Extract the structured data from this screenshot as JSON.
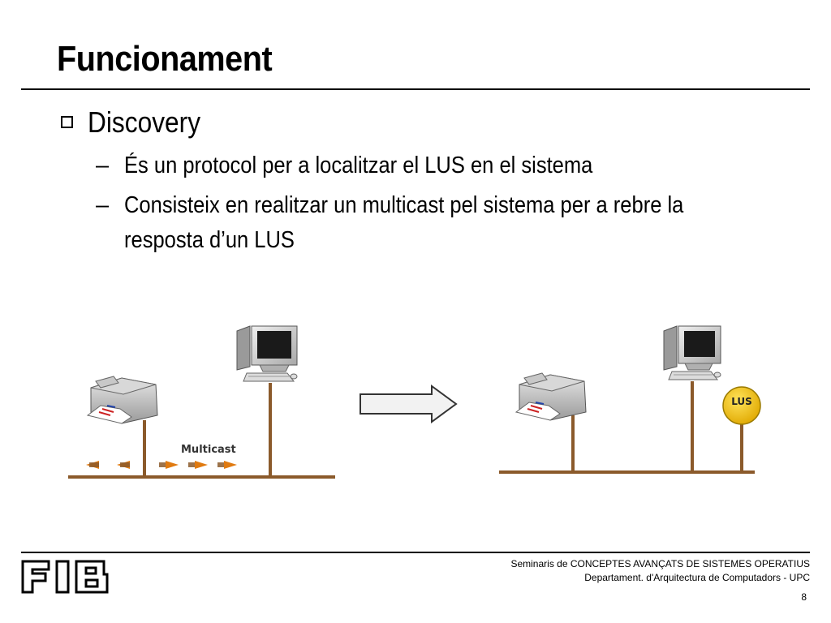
{
  "slide": {
    "title": "Funcionament",
    "bullet": "Discovery",
    "subbullets": [
      {
        "dash": "–",
        "lines": [
          "És un protocol per a localitzar el LUS en el sistema"
        ]
      },
      {
        "dash": "–",
        "lines": [
          "Consisteix en realitzar un multicast pel sistema per a rebre la",
          "resposta d’un LUS"
        ]
      }
    ]
  },
  "diagram": {
    "multicast_label": "Multicast",
    "lus_label": "LUS",
    "colors": {
      "wire": "#8B5A2B",
      "lus": "#F5C400",
      "arrow_fill": "#F2F2F2"
    }
  },
  "footer": {
    "line1": "Seminaris de CONCEPTES AVANÇATS DE SISTEMES OPERATIUS",
    "line2": "Departament.  d'Arquitectura de Computadors - UPC",
    "page": "8",
    "logo": "FIB"
  }
}
